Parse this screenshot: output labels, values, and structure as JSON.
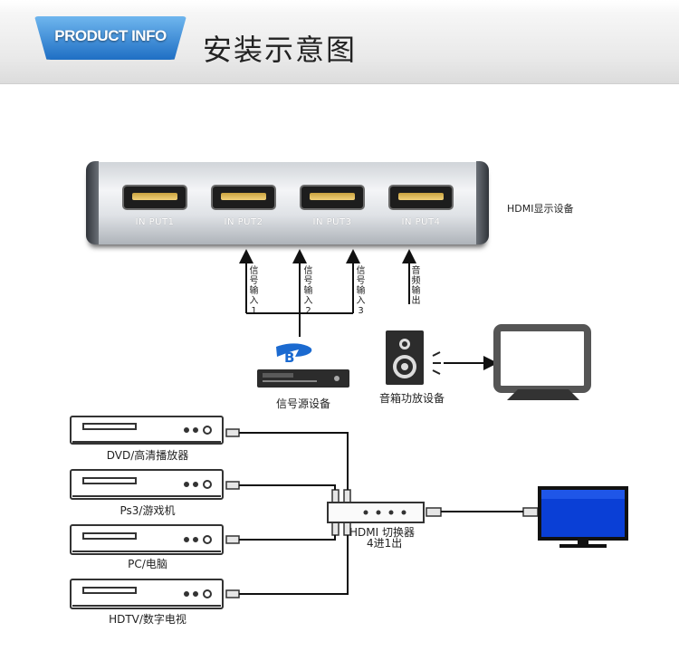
{
  "header": {
    "badge": "PRODUCT INFO",
    "title": "安装示意图"
  },
  "top_diagram": {
    "device_label": "HDMI显示设备",
    "ports": [
      "IN PUT1",
      "IN PUT2",
      "IN PUT3",
      "IN PUT4"
    ],
    "arrows": [
      {
        "label": "信号输入1"
      },
      {
        "label": "信号输入2"
      },
      {
        "label": "信号输入3"
      },
      {
        "label": "音频输出"
      }
    ],
    "source_label": "信号源设备",
    "speaker_label": "音箱功放设备"
  },
  "bottom_diagram": {
    "sources": [
      "DVD/高清播放器",
      "Ps3/游戏机",
      "PC/电脑",
      "HDTV/数字电视"
    ],
    "switcher_label": "HDMI 切换器",
    "switcher_sublabel": "4进1出"
  },
  "colors": {
    "badge_top": "#6fb6ee",
    "badge_bottom": "#1f6fc4",
    "port_gold": "#e0b85a",
    "screen_blue": "#0a3fd6"
  }
}
